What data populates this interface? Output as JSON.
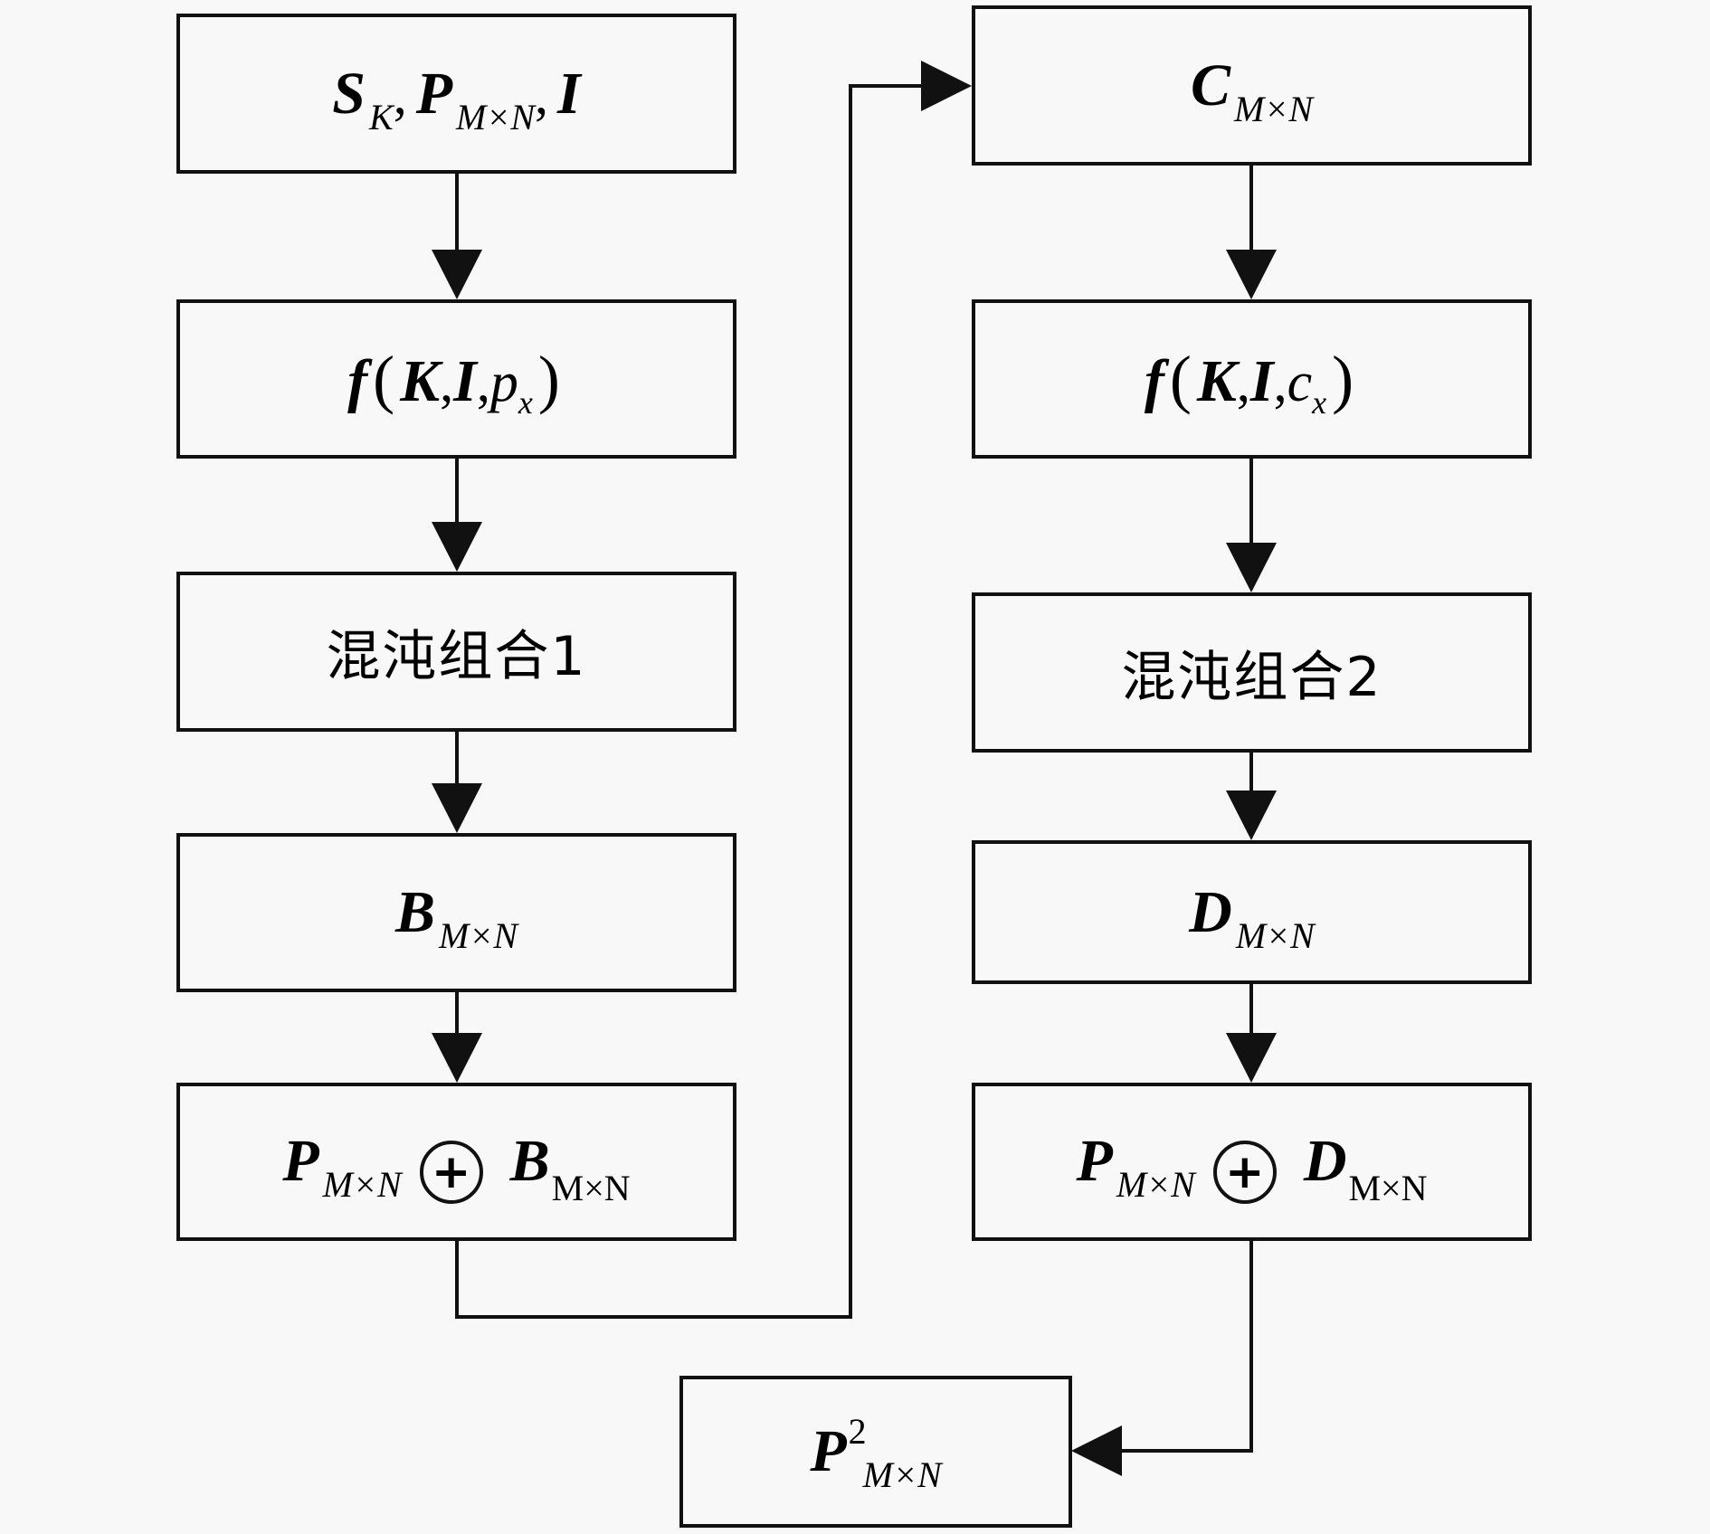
{
  "diagram": {
    "type": "flowchart",
    "colors": {
      "background": "#f8f8f8",
      "stroke": "#111111"
    },
    "left_column": [
      {
        "id": "L1",
        "label": "S_K, P_{M×N}, I",
        "parts": {
          "s": "S",
          "s_sub": "K",
          "p": "P",
          "p_sub": "M×N",
          "i": "I",
          "sep": ","
        }
      },
      {
        "id": "L2",
        "label": "f(K, I, p_x)",
        "parts": {
          "f": "f",
          "open": "(",
          "k": "K",
          "i": "I",
          "v": "p",
          "v_sub": "x",
          "close": ")",
          "sep": ","
        }
      },
      {
        "id": "L3",
        "label": "混沌组合1"
      },
      {
        "id": "L4",
        "label": "B_{M×N}",
        "parts": {
          "main": "B",
          "sub": "M×N"
        }
      },
      {
        "id": "L5",
        "label": "P_{M×N} ⊕ B_{M×N}",
        "parts": {
          "a": "P",
          "a_sub": "M×N",
          "op": "+",
          "b": "B",
          "b_sub": "M×N"
        }
      }
    ],
    "right_column": [
      {
        "id": "R1",
        "label": "C_{M×N}",
        "parts": {
          "main": "C",
          "sub": "M×N"
        }
      },
      {
        "id": "R2",
        "label": "f(K, I, c_x)",
        "parts": {
          "f": "f",
          "open": "(",
          "k": "K",
          "i": "I",
          "v": "c",
          "v_sub": "x",
          "close": ")",
          "sep": ","
        }
      },
      {
        "id": "R3",
        "label": "混沌组合2"
      },
      {
        "id": "R4",
        "label": "D_{M×N}",
        "parts": {
          "main": "D",
          "sub": "M×N"
        }
      },
      {
        "id": "R5",
        "label": "P_{M×N} ⊕ D_{M×N}",
        "parts": {
          "a": "P",
          "a_sub": "M×N",
          "op": "+",
          "b": "D",
          "b_sub": "M×N"
        }
      }
    ],
    "output": {
      "id": "OUT",
      "label": "P^2_{M×N}",
      "parts": {
        "main": "P",
        "sup": "2",
        "sub": "M×N"
      }
    },
    "edges": [
      {
        "from": "L1",
        "to": "L2"
      },
      {
        "from": "L2",
        "to": "L3"
      },
      {
        "from": "L3",
        "to": "L4"
      },
      {
        "from": "L4",
        "to": "L5"
      },
      {
        "from": "L5",
        "to": "R1"
      },
      {
        "from": "R1",
        "to": "R2"
      },
      {
        "from": "R2",
        "to": "R3"
      },
      {
        "from": "R3",
        "to": "R4"
      },
      {
        "from": "R4",
        "to": "R5"
      },
      {
        "from": "R5",
        "to": "OUT"
      }
    ]
  }
}
